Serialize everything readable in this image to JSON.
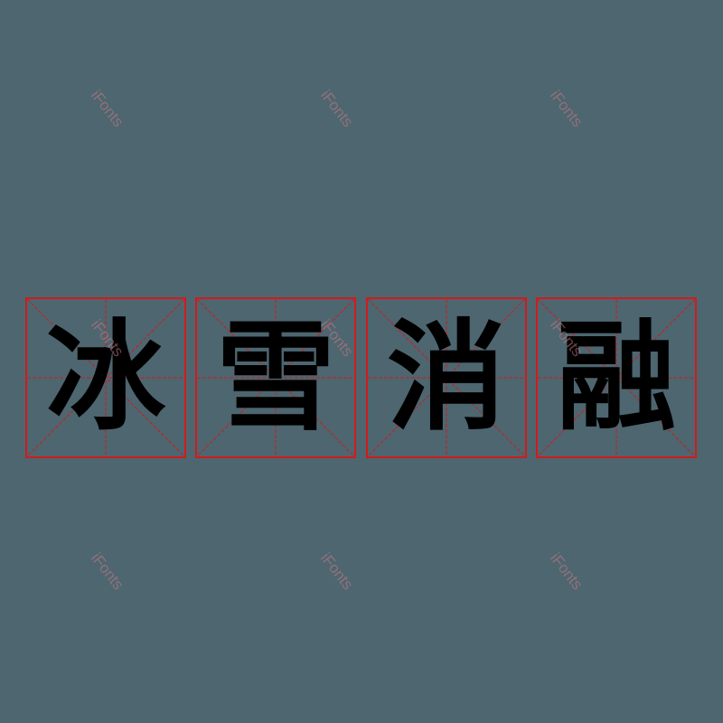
{
  "watermark": "iFonts",
  "characters": [
    {
      "char": "冰"
    },
    {
      "char": "雪"
    },
    {
      "char": "消"
    },
    {
      "char": "融"
    }
  ],
  "colors": {
    "background": "#4d6670",
    "grid": "#d11b1b",
    "text": "#000000",
    "watermark": "#c87882"
  }
}
